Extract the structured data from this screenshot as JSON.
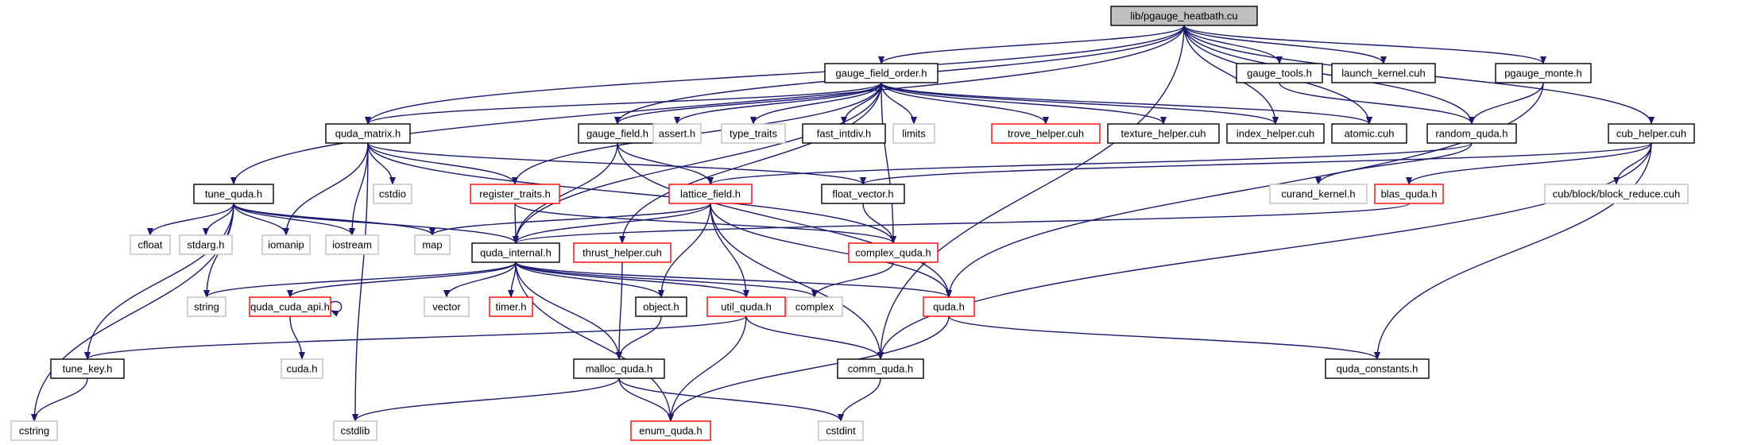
{
  "diagram": {
    "colors": {
      "edge": "#191970",
      "border_documented": "#000000",
      "border_undocumented": "#bfbfbf",
      "border_truncated": "#ff0000",
      "root_fill": "#bfbfbf",
      "fill": "#ffffff"
    },
    "nodes": [
      {
        "id": "root",
        "label": "lib/pgauge_heatbath.cu",
        "style": "root"
      },
      {
        "id": "gfo",
        "label": "gauge_field_order.h",
        "style": "doc"
      },
      {
        "id": "gauge_tools",
        "label": "gauge_tools.h",
        "style": "doc"
      },
      {
        "id": "launch_kernel",
        "label": "launch_kernel.cuh",
        "style": "doc"
      },
      {
        "id": "pgauge_monte",
        "label": "pgauge_monte.h",
        "style": "doc"
      },
      {
        "id": "quda_matrix",
        "label": "quda_matrix.h",
        "style": "doc"
      },
      {
        "id": "gauge_field",
        "label": "gauge_field.h",
        "style": "doc"
      },
      {
        "id": "assert",
        "label": "assert.h",
        "style": "ext"
      },
      {
        "id": "type_traits",
        "label": "type_traits",
        "style": "ext"
      },
      {
        "id": "fast_intdiv",
        "label": "fast_intdiv.h",
        "style": "doc"
      },
      {
        "id": "limits",
        "label": "limits",
        "style": "ext"
      },
      {
        "id": "trove_helper",
        "label": "trove_helper.cuh",
        "style": "trunc"
      },
      {
        "id": "texture_helper",
        "label": "texture_helper.cuh",
        "style": "doc"
      },
      {
        "id": "index_helper",
        "label": "index_helper.cuh",
        "style": "doc"
      },
      {
        "id": "atomic",
        "label": "atomic.cuh",
        "style": "doc"
      },
      {
        "id": "random_quda",
        "label": "random_quda.h",
        "style": "doc"
      },
      {
        "id": "cub_helper",
        "label": "cub_helper.cuh",
        "style": "doc"
      },
      {
        "id": "tune_quda",
        "label": "tune_quda.h",
        "style": "doc"
      },
      {
        "id": "cstdio",
        "label": "cstdio",
        "style": "ext"
      },
      {
        "id": "register_traits",
        "label": "register_traits.h",
        "style": "trunc"
      },
      {
        "id": "lattice_field",
        "label": "lattice_field.h",
        "style": "trunc"
      },
      {
        "id": "float_vector",
        "label": "float_vector.h",
        "style": "doc"
      },
      {
        "id": "curand_kernel",
        "label": "curand_kernel.h",
        "style": "ext"
      },
      {
        "id": "blas_quda",
        "label": "blas_quda.h",
        "style": "trunc"
      },
      {
        "id": "cub_reduce",
        "label": "cub/block/block_reduce.cuh",
        "style": "ext"
      },
      {
        "id": "cfloat",
        "label": "cfloat",
        "style": "ext"
      },
      {
        "id": "stdarg",
        "label": "stdarg.h",
        "style": "ext"
      },
      {
        "id": "iomanip",
        "label": "iomanip",
        "style": "ext"
      },
      {
        "id": "iostream",
        "label": "iostream",
        "style": "ext"
      },
      {
        "id": "map",
        "label": "map",
        "style": "ext"
      },
      {
        "id": "quda_internal",
        "label": "quda_internal.h",
        "style": "doc"
      },
      {
        "id": "thrust_helper",
        "label": "thrust_helper.cuh",
        "style": "trunc"
      },
      {
        "id": "complex_quda",
        "label": "complex_quda.h",
        "style": "trunc"
      },
      {
        "id": "string",
        "label": "string",
        "style": "ext"
      },
      {
        "id": "quda_cuda_api",
        "label": "quda_cuda_api.h",
        "style": "trunc"
      },
      {
        "id": "vector",
        "label": "vector",
        "style": "ext"
      },
      {
        "id": "timer",
        "label": "timer.h",
        "style": "trunc"
      },
      {
        "id": "object",
        "label": "object.h",
        "style": "doc"
      },
      {
        "id": "util_quda",
        "label": "util_quda.h",
        "style": "trunc"
      },
      {
        "id": "complex",
        "label": "complex",
        "style": "ext"
      },
      {
        "id": "quda_h",
        "label": "quda.h",
        "style": "trunc"
      },
      {
        "id": "tune_key",
        "label": "tune_key.h",
        "style": "doc"
      },
      {
        "id": "cuda_h",
        "label": "cuda.h",
        "style": "ext"
      },
      {
        "id": "malloc_quda",
        "label": "malloc_quda.h",
        "style": "doc"
      },
      {
        "id": "comm_quda",
        "label": "comm_quda.h",
        "style": "doc"
      },
      {
        "id": "quda_constants",
        "label": "quda_constants.h",
        "style": "doc"
      },
      {
        "id": "cstring",
        "label": "cstring",
        "style": "ext"
      },
      {
        "id": "cstdlib",
        "label": "cstdlib",
        "style": "ext"
      },
      {
        "id": "enum_quda",
        "label": "enum_quda.h",
        "style": "trunc"
      },
      {
        "id": "cstdint",
        "label": "cstdint",
        "style": "ext"
      }
    ],
    "edges": [
      [
        "root",
        "gfo"
      ],
      [
        "root",
        "gauge_tools"
      ],
      [
        "root",
        "launch_kernel"
      ],
      [
        "root",
        "pgauge_monte"
      ],
      [
        "root",
        "quda_matrix"
      ],
      [
        "root",
        "tune_quda"
      ],
      [
        "root",
        "gauge_field"
      ],
      [
        "root",
        "index_helper"
      ],
      [
        "root",
        "atomic"
      ],
      [
        "root",
        "random_quda"
      ],
      [
        "root",
        "cub_helper"
      ],
      [
        "root",
        "comm_quda"
      ],
      [
        "gfo",
        "quda_matrix"
      ],
      [
        "gfo",
        "gauge_field"
      ],
      [
        "gfo",
        "assert"
      ],
      [
        "gfo",
        "type_traits"
      ],
      [
        "gfo",
        "fast_intdiv"
      ],
      [
        "gfo",
        "limits"
      ],
      [
        "gfo",
        "trove_helper"
      ],
      [
        "gfo",
        "texture_helper"
      ],
      [
        "gfo",
        "index_helper"
      ],
      [
        "gfo",
        "atomic"
      ],
      [
        "gfo",
        "register_traits"
      ],
      [
        "gfo",
        "thrust_helper"
      ],
      [
        "gfo",
        "complex_quda"
      ],
      [
        "gfo",
        "quda_internal"
      ],
      [
        "gauge_tools",
        "random_quda"
      ],
      [
        "pgauge_monte",
        "random_quda"
      ],
      [
        "pgauge_monte",
        "quda_h"
      ],
      [
        "random_quda",
        "lattice_field"
      ],
      [
        "random_quda",
        "curand_kernel"
      ],
      [
        "quda_matrix",
        "register_traits"
      ],
      [
        "quda_matrix",
        "float_vector"
      ],
      [
        "quda_matrix",
        "complex_quda"
      ],
      [
        "quda_matrix",
        "cstdio"
      ],
      [
        "quda_matrix",
        "iomanip"
      ],
      [
        "quda_matrix",
        "iostream"
      ],
      [
        "quda_matrix",
        "cstdlib"
      ],
      [
        "gauge_field",
        "lattice_field"
      ],
      [
        "gauge_field",
        "quda_internal"
      ],
      [
        "gauge_field",
        "quda_h"
      ],
      [
        "cub_helper",
        "float_vector"
      ],
      [
        "cub_helper",
        "blas_quda"
      ],
      [
        "cub_helper",
        "cub_reduce"
      ],
      [
        "cub_helper",
        "comm_quda"
      ],
      [
        "cub_helper",
        "quda_constants"
      ],
      [
        "tune_quda",
        "cfloat"
      ],
      [
        "tune_quda",
        "stdarg"
      ],
      [
        "tune_quda",
        "iomanip"
      ],
      [
        "tune_quda",
        "iostream"
      ],
      [
        "tune_quda",
        "map"
      ],
      [
        "tune_quda",
        "string"
      ],
      [
        "tune_quda",
        "quda_internal"
      ],
      [
        "tune_quda",
        "tune_key"
      ],
      [
        "tune_quda",
        "cstring"
      ],
      [
        "register_traits",
        "quda_internal"
      ],
      [
        "register_traits",
        "complex_quda"
      ],
      [
        "lattice_field",
        "map"
      ],
      [
        "lattice_field",
        "quda_internal"
      ],
      [
        "lattice_field",
        "object"
      ],
      [
        "lattice_field",
        "util_quda"
      ],
      [
        "lattice_field",
        "quda_h"
      ],
      [
        "lattice_field",
        "comm_quda"
      ],
      [
        "float_vector",
        "complex_quda"
      ],
      [
        "blas_quda",
        "quda_internal"
      ],
      [
        "quda_internal",
        "string"
      ],
      [
        "quda_internal",
        "quda_cuda_api"
      ],
      [
        "quda_internal",
        "vector"
      ],
      [
        "quda_internal",
        "timer"
      ],
      [
        "quda_internal",
        "object"
      ],
      [
        "quda_internal",
        "util_quda"
      ],
      [
        "quda_internal",
        "complex"
      ],
      [
        "quda_internal",
        "quda_h"
      ],
      [
        "quda_internal",
        "malloc_quda"
      ],
      [
        "quda_internal",
        "enum_quda"
      ],
      [
        "quda_cuda_api",
        "quda_cuda_api"
      ],
      [
        "quda_cuda_api",
        "cuda_h"
      ],
      [
        "complex_quda",
        "complex"
      ],
      [
        "thrust_helper",
        "malloc_quda"
      ],
      [
        "object",
        "malloc_quda"
      ],
      [
        "util_quda",
        "tune_key"
      ],
      [
        "util_quda",
        "comm_quda"
      ],
      [
        "util_quda",
        "enum_quda"
      ],
      [
        "quda_h",
        "enum_quda"
      ],
      [
        "quda_h",
        "quda_constants"
      ],
      [
        "tune_key",
        "cstring"
      ],
      [
        "malloc_quda",
        "cstdlib"
      ],
      [
        "malloc_quda",
        "enum_quda"
      ],
      [
        "malloc_quda",
        "cstdint"
      ],
      [
        "comm_quda",
        "cstdint"
      ]
    ]
  }
}
